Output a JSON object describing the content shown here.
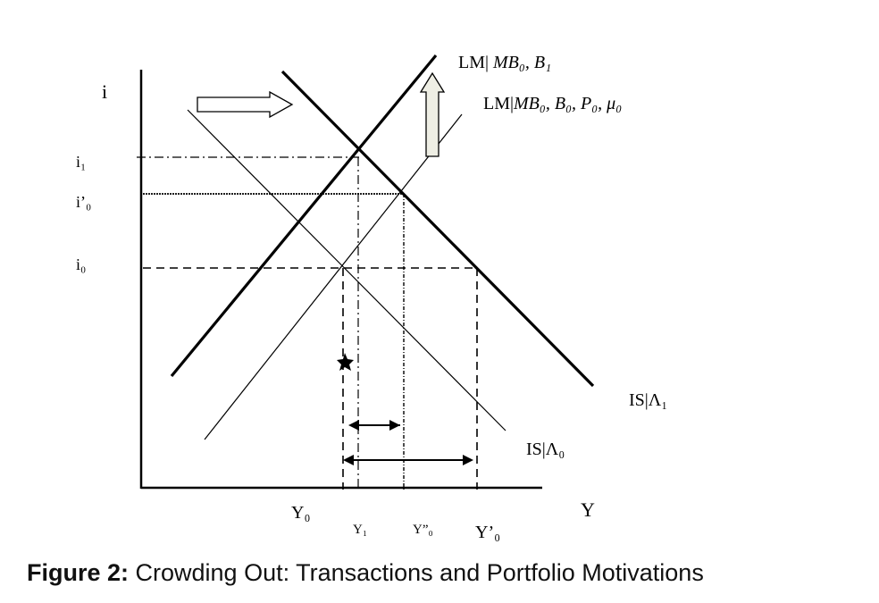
{
  "axes": {
    "y_label": "i",
    "x_label": "Y"
  },
  "y_ticks": {
    "i1": "i₁",
    "i_prime0": "i’₀",
    "i0": "i₀"
  },
  "x_ticks": {
    "y0": "Y₀",
    "y1": "Y₁",
    "y_dprime0": "Y”₀",
    "y_prime0": "Y’₀"
  },
  "curves": {
    "lm_shifted": {
      "prefix": "LM|",
      "vars": " MB₀, B₁"
    },
    "lm_base": {
      "prefix": "LM|",
      "vars": "MB₀, B₀, P₀, μ₀"
    },
    "is_shifted": "IS|Λ₁",
    "is_base": "IS|Λ₀"
  },
  "caption": {
    "bold": "Figure 2:",
    "text": " Crowding Out: Transactions and Portfolio Motivations"
  }
}
